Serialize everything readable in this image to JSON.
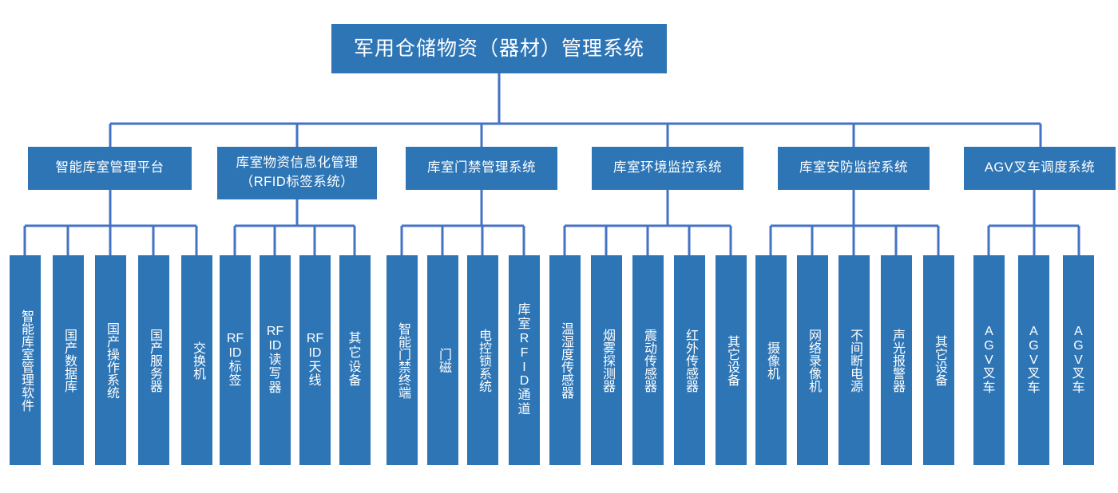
{
  "diagram": {
    "title": "军用仓储物资（器材）管理系统",
    "colors": {
      "box_fill": "#2E75B6",
      "line": "#4472C4",
      "text": "#FFFFFF",
      "background": "#FFFFFF"
    },
    "root": {
      "label": "军用仓储物资（器材）管理系统"
    },
    "groups": [
      {
        "id": "smart-warehouse-platform",
        "label_lines": [
          "智能库室管理平台"
        ],
        "leaves": [
          {
            "id": "smart-warehouse-software",
            "lines": [
              "智能库室管理软件"
            ]
          },
          {
            "id": "domestic-database",
            "lines": [
              "国产数据库"
            ]
          },
          {
            "id": "domestic-os",
            "lines": [
              "国产操作系统"
            ]
          },
          {
            "id": "domestic-server",
            "lines": [
              "国产服务器"
            ]
          },
          {
            "id": "switch",
            "lines": [
              "交换机"
            ]
          }
        ]
      },
      {
        "id": "material-information-management",
        "label_lines": [
          "库室物资信息化管理",
          "（RFID标签系统）"
        ],
        "leaves": [
          {
            "id": "rfid-tag",
            "lines": [
              "RF",
              "ID",
              "标",
              "签"
            ]
          },
          {
            "id": "rfid-reader",
            "lines": [
              "RF",
              "ID",
              "读",
              "写",
              "器"
            ]
          },
          {
            "id": "rfid-antenna",
            "lines": [
              "RF",
              "ID",
              "天",
              "线"
            ]
          },
          {
            "id": "other-equipment-rfid",
            "lines": [
              "其",
              "它",
              "设",
              "备"
            ]
          }
        ]
      },
      {
        "id": "access-control-system",
        "label_lines": [
          "库室门禁管理系统"
        ],
        "leaves": [
          {
            "id": "smart-access-terminal",
            "lines": [
              "智能门禁终端"
            ]
          },
          {
            "id": "door-magnetic-sensor",
            "lines": [
              "门磁"
            ]
          },
          {
            "id": "electronic-lock-system",
            "lines": [
              "电控锁系统"
            ]
          },
          {
            "id": "rfid-channel",
            "lines": [
              "库",
              "室",
              "R",
              "F",
              "I",
              "D",
              "通",
              "道"
            ]
          }
        ]
      },
      {
        "id": "environment-monitoring-system",
        "label_lines": [
          "库室环境监控系统"
        ],
        "leaves": [
          {
            "id": "temp-humidity-sensor",
            "lines": [
              "温湿度传感器"
            ]
          },
          {
            "id": "smoke-detector",
            "lines": [
              "烟雾探测器"
            ]
          },
          {
            "id": "vibration-sensor",
            "lines": [
              "震动传感器"
            ]
          },
          {
            "id": "infrared-sensor",
            "lines": [
              "红外传感器"
            ]
          },
          {
            "id": "other-equipment-env",
            "lines": [
              "其它设备"
            ]
          }
        ]
      },
      {
        "id": "security-monitoring-system",
        "label_lines": [
          "库室安防监控系统"
        ],
        "leaves": [
          {
            "id": "camera",
            "lines": [
              "摄像机"
            ]
          },
          {
            "id": "nvr",
            "lines": [
              "网络录像机"
            ]
          },
          {
            "id": "ups",
            "lines": [
              "不间断电源"
            ]
          },
          {
            "id": "audible-visual-alarm",
            "lines": [
              "声光报警器"
            ]
          },
          {
            "id": "other-equipment-security",
            "lines": [
              "其它设备"
            ]
          }
        ]
      },
      {
        "id": "agv-forklift-dispatch-system",
        "label_lines": [
          "AGV叉车调度系统"
        ],
        "leaves": [
          {
            "id": "agv-forklift-1",
            "lines": [
              "A",
              "G",
              "V",
              "叉",
              "车"
            ]
          },
          {
            "id": "agv-forklift-2",
            "lines": [
              "A",
              "G",
              "V",
              "叉",
              "车"
            ]
          },
          {
            "id": "agv-forklift-3",
            "lines": [
              "A",
              "G",
              "V",
              "叉",
              "车"
            ]
          }
        ]
      }
    ]
  }
}
